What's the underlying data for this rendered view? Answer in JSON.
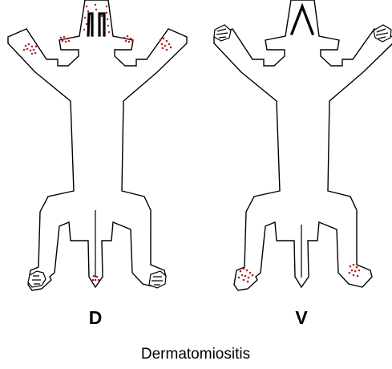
{
  "views": [
    {
      "label": "D"
    },
    {
      "label": "V"
    }
  ],
  "caption": "Dermatomiositis",
  "colors": {
    "outline": "#000000",
    "lesion": "#b22222",
    "background": "#ffffff"
  }
}
